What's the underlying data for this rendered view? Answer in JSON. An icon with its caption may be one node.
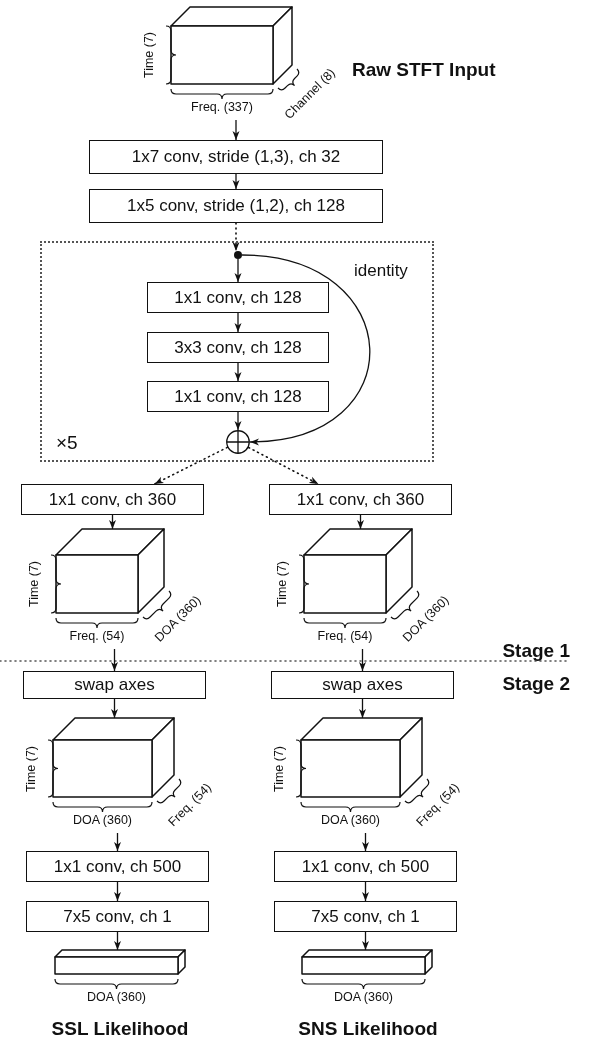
{
  "diagram": {
    "nodes": [
      {
        "text": [],
        "shape": "box",
        "beside": [
          "Time (7)",
          "Freq. (337)",
          "Channel (8)",
          "Raw STFT Input"
        ]
      },
      {
        "text": [
          "1x7 conv, stride (1,3), ch 32"
        ]
      },
      {
        "text": [
          "1x5 conv, stride (1,2), ch 128"
        ]
      },
      {
        "text": [
          "×5"
        ]
      },
      {
        "text": [],
        "shape": "dot",
        "in": 3
      },
      {
        "text": [
          "1x1 conv, ch 128"
        ],
        "in": 3
      },
      {
        "text": [
          "3x3 conv, ch 128"
        ],
        "in": 3
      },
      {
        "text": [
          "1x1 conv, ch 128"
        ],
        "in": 3
      },
      {
        "text": [],
        "shape": "circle",
        "in": 3
      },
      {
        "text": [
          "1x1 conv, ch 360"
        ]
      },
      {
        "text": [
          "1x1 conv, ch 360"
        ]
      },
      {
        "text": [],
        "shape": "box",
        "beside": [
          "Time (7)",
          "Freq. (54)",
          "DOA (360)"
        ]
      },
      {
        "text": [],
        "shape": "box",
        "beside": [
          "Time (7)",
          "Freq. (54)",
          "DOA (360)"
        ]
      },
      {
        "text": [
          "swap axes"
        ]
      },
      {
        "text": [
          "swap axes"
        ]
      },
      {
        "text": [],
        "shape": "box",
        "beside": [
          "Time (7)",
          "DOA (360)",
          "Freq. (54)"
        ]
      },
      {
        "text": [],
        "shape": "box",
        "beside": [
          "Time (7)",
          "DOA (360)",
          "Freq. (54)"
        ]
      },
      {
        "text": [
          "1x1 conv, ch 500"
        ]
      },
      {
        "text": [
          "1x1 conv, ch 500"
        ]
      },
      {
        "text": [
          "7x5 conv, ch 1"
        ]
      },
      {
        "text": [
          "7x5 conv, ch 1"
        ]
      },
      {
        "text": [],
        "shape": "box",
        "beside": [
          "DOA (360)",
          "SSL Likelihood"
        ]
      },
      {
        "text": [],
        "shape": "box",
        "beside": [
          "DOA (360)",
          "SNS Likelihood"
        ]
      }
    ],
    "edges": [
      {
        "from": 0,
        "to": 1,
        "arrow": "to"
      },
      {
        "from": 1,
        "to": 2,
        "arrow": "to"
      },
      {
        "from": 2,
        "to": 4,
        "arrow": "to",
        "style": "dashed"
      },
      {
        "from": 4,
        "to": 5,
        "arrow": "to"
      },
      {
        "from": 5,
        "to": 6,
        "arrow": "to"
      },
      {
        "from": 6,
        "to": 7,
        "arrow": "to"
      },
      {
        "from": 7,
        "to": 8,
        "arrow": "to"
      },
      {
        "from": 4,
        "to": 8,
        "arrow": "to",
        "label": "identity"
      },
      {
        "from": 8,
        "to": 9,
        "arrow": "to",
        "style": "dashed"
      },
      {
        "from": 8,
        "to": 10,
        "arrow": "to",
        "style": "dashed"
      },
      {
        "from": 9,
        "to": 11,
        "arrow": "to"
      },
      {
        "from": 10,
        "to": 12,
        "arrow": "to"
      },
      {
        "from": 11,
        "to": 13,
        "arrow": "to"
      },
      {
        "from": 12,
        "to": 14,
        "arrow": "to"
      },
      {
        "from": 13,
        "to": 15,
        "arrow": "to"
      },
      {
        "from": 14,
        "to": 16,
        "arrow": "to"
      },
      {
        "from": 15,
        "to": 17,
        "arrow": "to"
      },
      {
        "from": 16,
        "to": 18,
        "arrow": "to"
      },
      {
        "from": 17,
        "to": 19,
        "arrow": "to"
      },
      {
        "from": 18,
        "to": 20,
        "arrow": "to"
      },
      {
        "from": 19,
        "to": 21,
        "arrow": "to"
      },
      {
        "from": 20,
        "to": 22,
        "arrow": "to"
      }
    ],
    "labels": [
      "Stage 1",
      "Stage 2"
    ]
  }
}
